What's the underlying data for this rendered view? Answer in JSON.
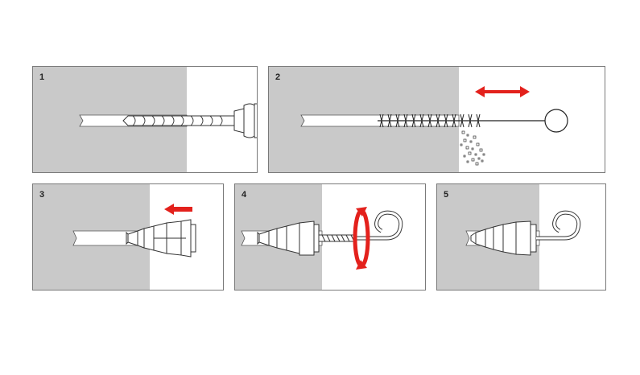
{
  "steps": [
    {
      "number": "1"
    },
    {
      "number": "2"
    },
    {
      "number": "3"
    },
    {
      "number": "4"
    },
    {
      "number": "5"
    }
  ],
  "colors": {
    "wall": "#c9c9c9",
    "hole": "#ffffff",
    "arrow": "#e3211c",
    "line": "#333333",
    "border": "#7a7a7a"
  },
  "icons": [
    "drill-bit-icon",
    "cleaning-brush-icon",
    "wall-plug-icon",
    "hook-screw-icon",
    "double-arrow-icon",
    "left-arrow-icon",
    "rotation-arrow-icon"
  ]
}
